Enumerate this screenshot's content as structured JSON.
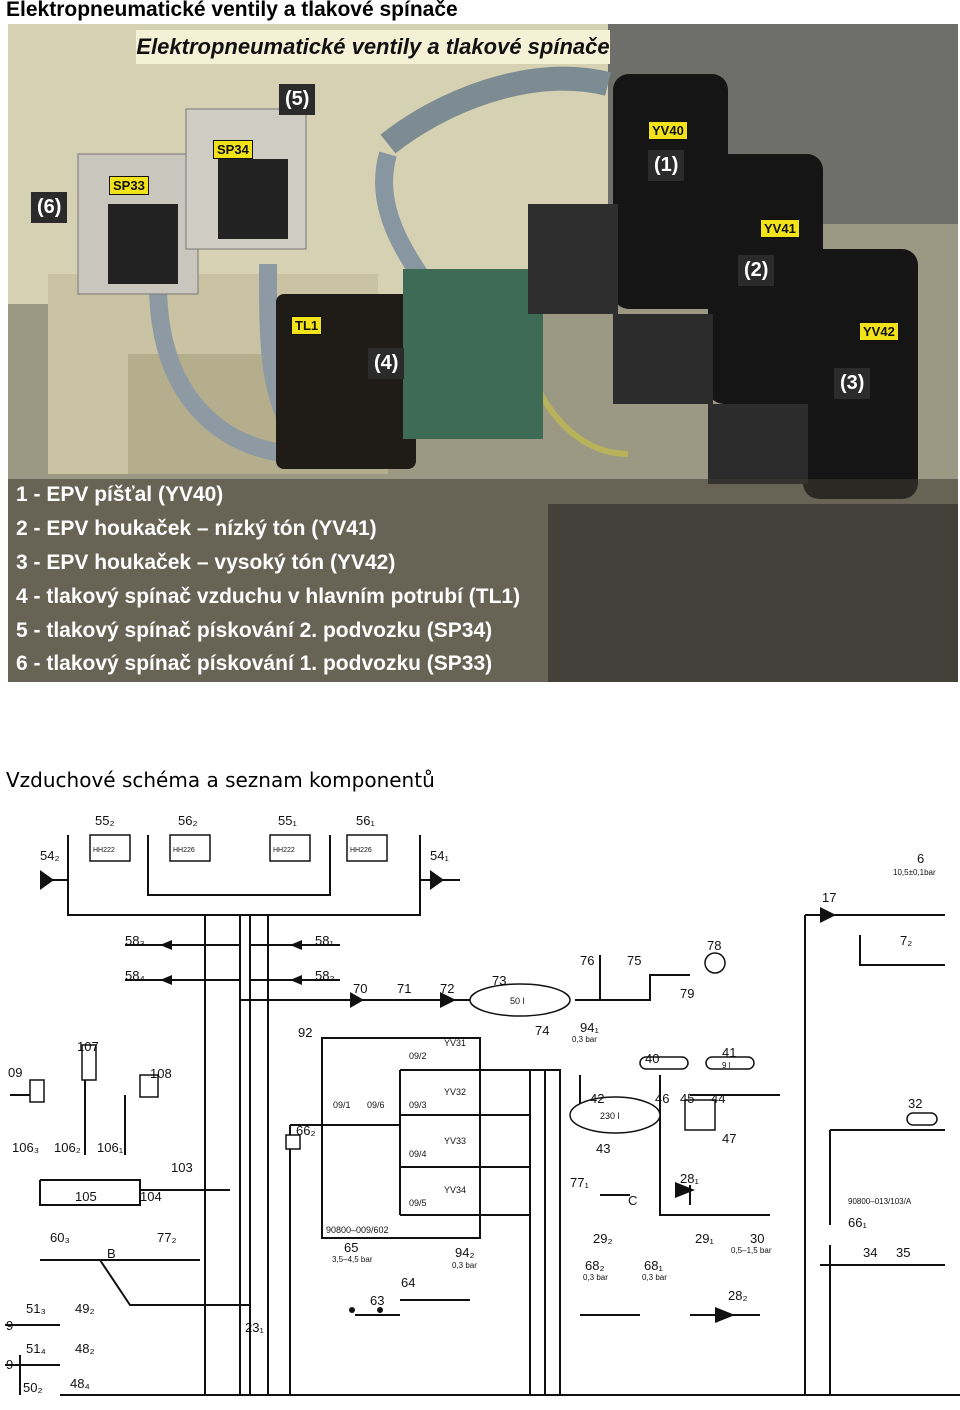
{
  "page": {
    "heading1": "Elektropneumatické ventily a tlakové spínače",
    "heading2": "Vzduchové schéma a seznam komponentů"
  },
  "photo": {
    "caption": "Elektropneumatické ventily a tlakové spínače",
    "labels": [
      "(1)",
      "(2)",
      "(3)",
      "(4)",
      "(5)",
      "(6)"
    ],
    "tags": [
      "YV40",
      "YV41",
      "YV42",
      "TL1",
      "SP34",
      "SP33"
    ],
    "legend": [
      "1  -  EPV píšťal (YV40)",
      "2  -  EPV houkaček – nízký tón (YV41)",
      "3  -  EPV houkaček – vysoký tón (YV42)",
      "4  -  tlakový spínač vzduchu v hlavním potrubí (TL1)",
      "5  -  tlakový spínač pískování 2. podvozku (SP34)",
      "6  -  tlakový spínač pískování 1. podvozku (SP33)"
    ]
  },
  "schema": {
    "labels": {
      "c54_2": "54₂",
      "c55_2": "55₂",
      "c56_2": "56₂",
      "c55_1": "55₁",
      "c56_1": "56₁",
      "c54_1": "54₁",
      "hh222a": "HH222",
      "hh226a": "HH226",
      "hh222b": "HH222",
      "hh226b": "HH226",
      "c58_3": "58₃",
      "c58_4": "58₄",
      "c58_1": "58₁",
      "c58_2": "58₂",
      "c70": "70",
      "c71": "71",
      "c72": "72",
      "c73": "73",
      "c74": "74",
      "c76": "76",
      "c75": "75",
      "c78": "78",
      "c79": "79",
      "c94_1": "94₁",
      "p94_1": "0,3 bar",
      "c17": "17",
      "c6": "6",
      "p6": "10,5±0,1bar",
      "c7_2": "7₂",
      "c92": "92",
      "c107": "107",
      "c108": "108",
      "c09": "09",
      "c106_3": "106₃",
      "c106_2": "106₂",
      "c106_1": "106₁",
      "c105": "105",
      "c104": "104",
      "c103": "103",
      "c66_2": "66₂",
      "v09_1": "09/1",
      "v09_6": "09/6",
      "v09_2": "09/2",
      "v09_3": "09/3",
      "v09_4": "09/4",
      "v09_5": "09/5",
      "yv31": "YV31",
      "yv32": "YV32",
      "yv33": "YV33",
      "yv34": "YV34",
      "box92": "90800–009/602",
      "c40": "40",
      "c41": "41",
      "c42": "42",
      "c46": "46",
      "c45": "45",
      "c44": "44",
      "res50": "50 l",
      "res230": "230 l",
      "res9": "9 l",
      "c43": "43",
      "c47": "47",
      "c28_1": "28₁",
      "c77_1": "77₁",
      "letter_c": "C",
      "c32": "32",
      "c66_1": "66₁",
      "box13": "90800–013/103/A",
      "c60_3": "60₃",
      "letter_b": "B",
      "c77_2": "77₂",
      "c65": "65",
      "p65": "3,5–4,5 bar",
      "c64": "64",
      "c63": "63",
      "c94_2": "94₂",
      "p94_2": "0,3 bar",
      "c29_2": "29₂",
      "c29_1": "29₁",
      "c30": "30",
      "p30": "0,5–1,5 bar",
      "c68_2": "68₂",
      "c68_1": "68₁",
      "p68_2": "0,3 bar",
      "p68_1": "0,3 bar",
      "c28_2": "28₂",
      "c34": "34",
      "c35": "35",
      "c51_3": "51₃",
      "c49_2": "49₂",
      "c51_4": "51₄",
      "c48_2": "48₂",
      "c50_2": "50₂",
      "c48_4": "48₄",
      "c23_1": "23₁",
      "c9a": "9",
      "c9b": "9"
    }
  }
}
